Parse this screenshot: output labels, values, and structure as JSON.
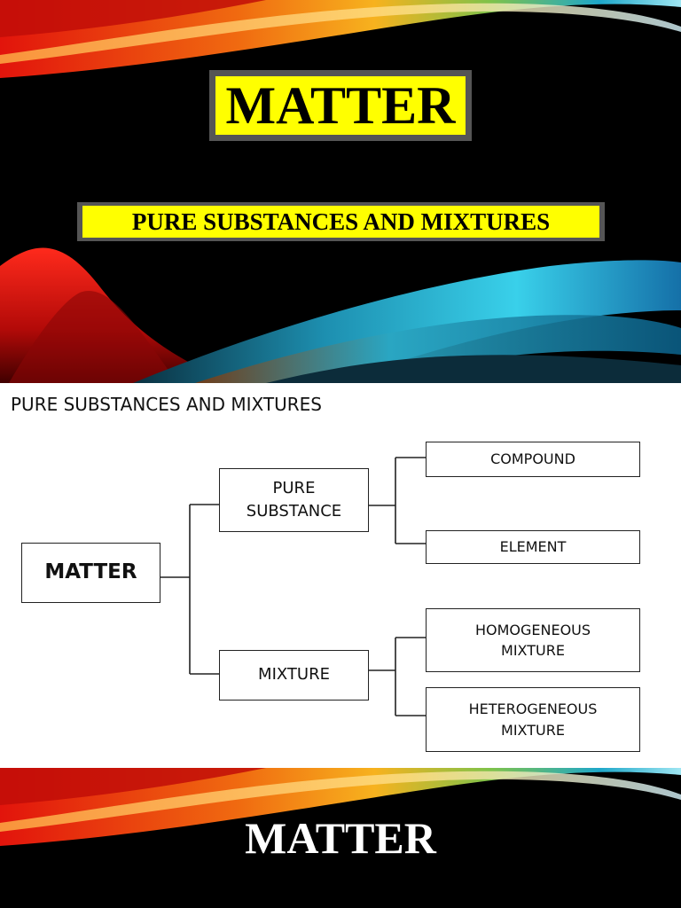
{
  "slide1": {
    "title": "MATTER",
    "subtitle": "PURE SUBSTANCES AND MIXTURES"
  },
  "slide2": {
    "heading": "PURE SUBSTANCES AND MIXTURES",
    "diagram": {
      "root": "MATTER",
      "pure_substance": "PURE\nSUBSTANCE",
      "mixture": "MIXTURE",
      "compound": "COMPOUND",
      "element": "ELEMENT",
      "homogeneous": "HOMOGENEOUS\nMIXTURE",
      "heterogeneous": "HETEROGENEOUS\nMIXTURE"
    }
  },
  "slide3": {
    "title": "MATTER"
  },
  "colors": {
    "title_highlight": "#ffff00",
    "title_frame": "#555555",
    "slide_background": "#000000",
    "wave_red": "#e0140f",
    "wave_orange": "#f59a1c",
    "wave_cyan": "#25c4e0"
  }
}
